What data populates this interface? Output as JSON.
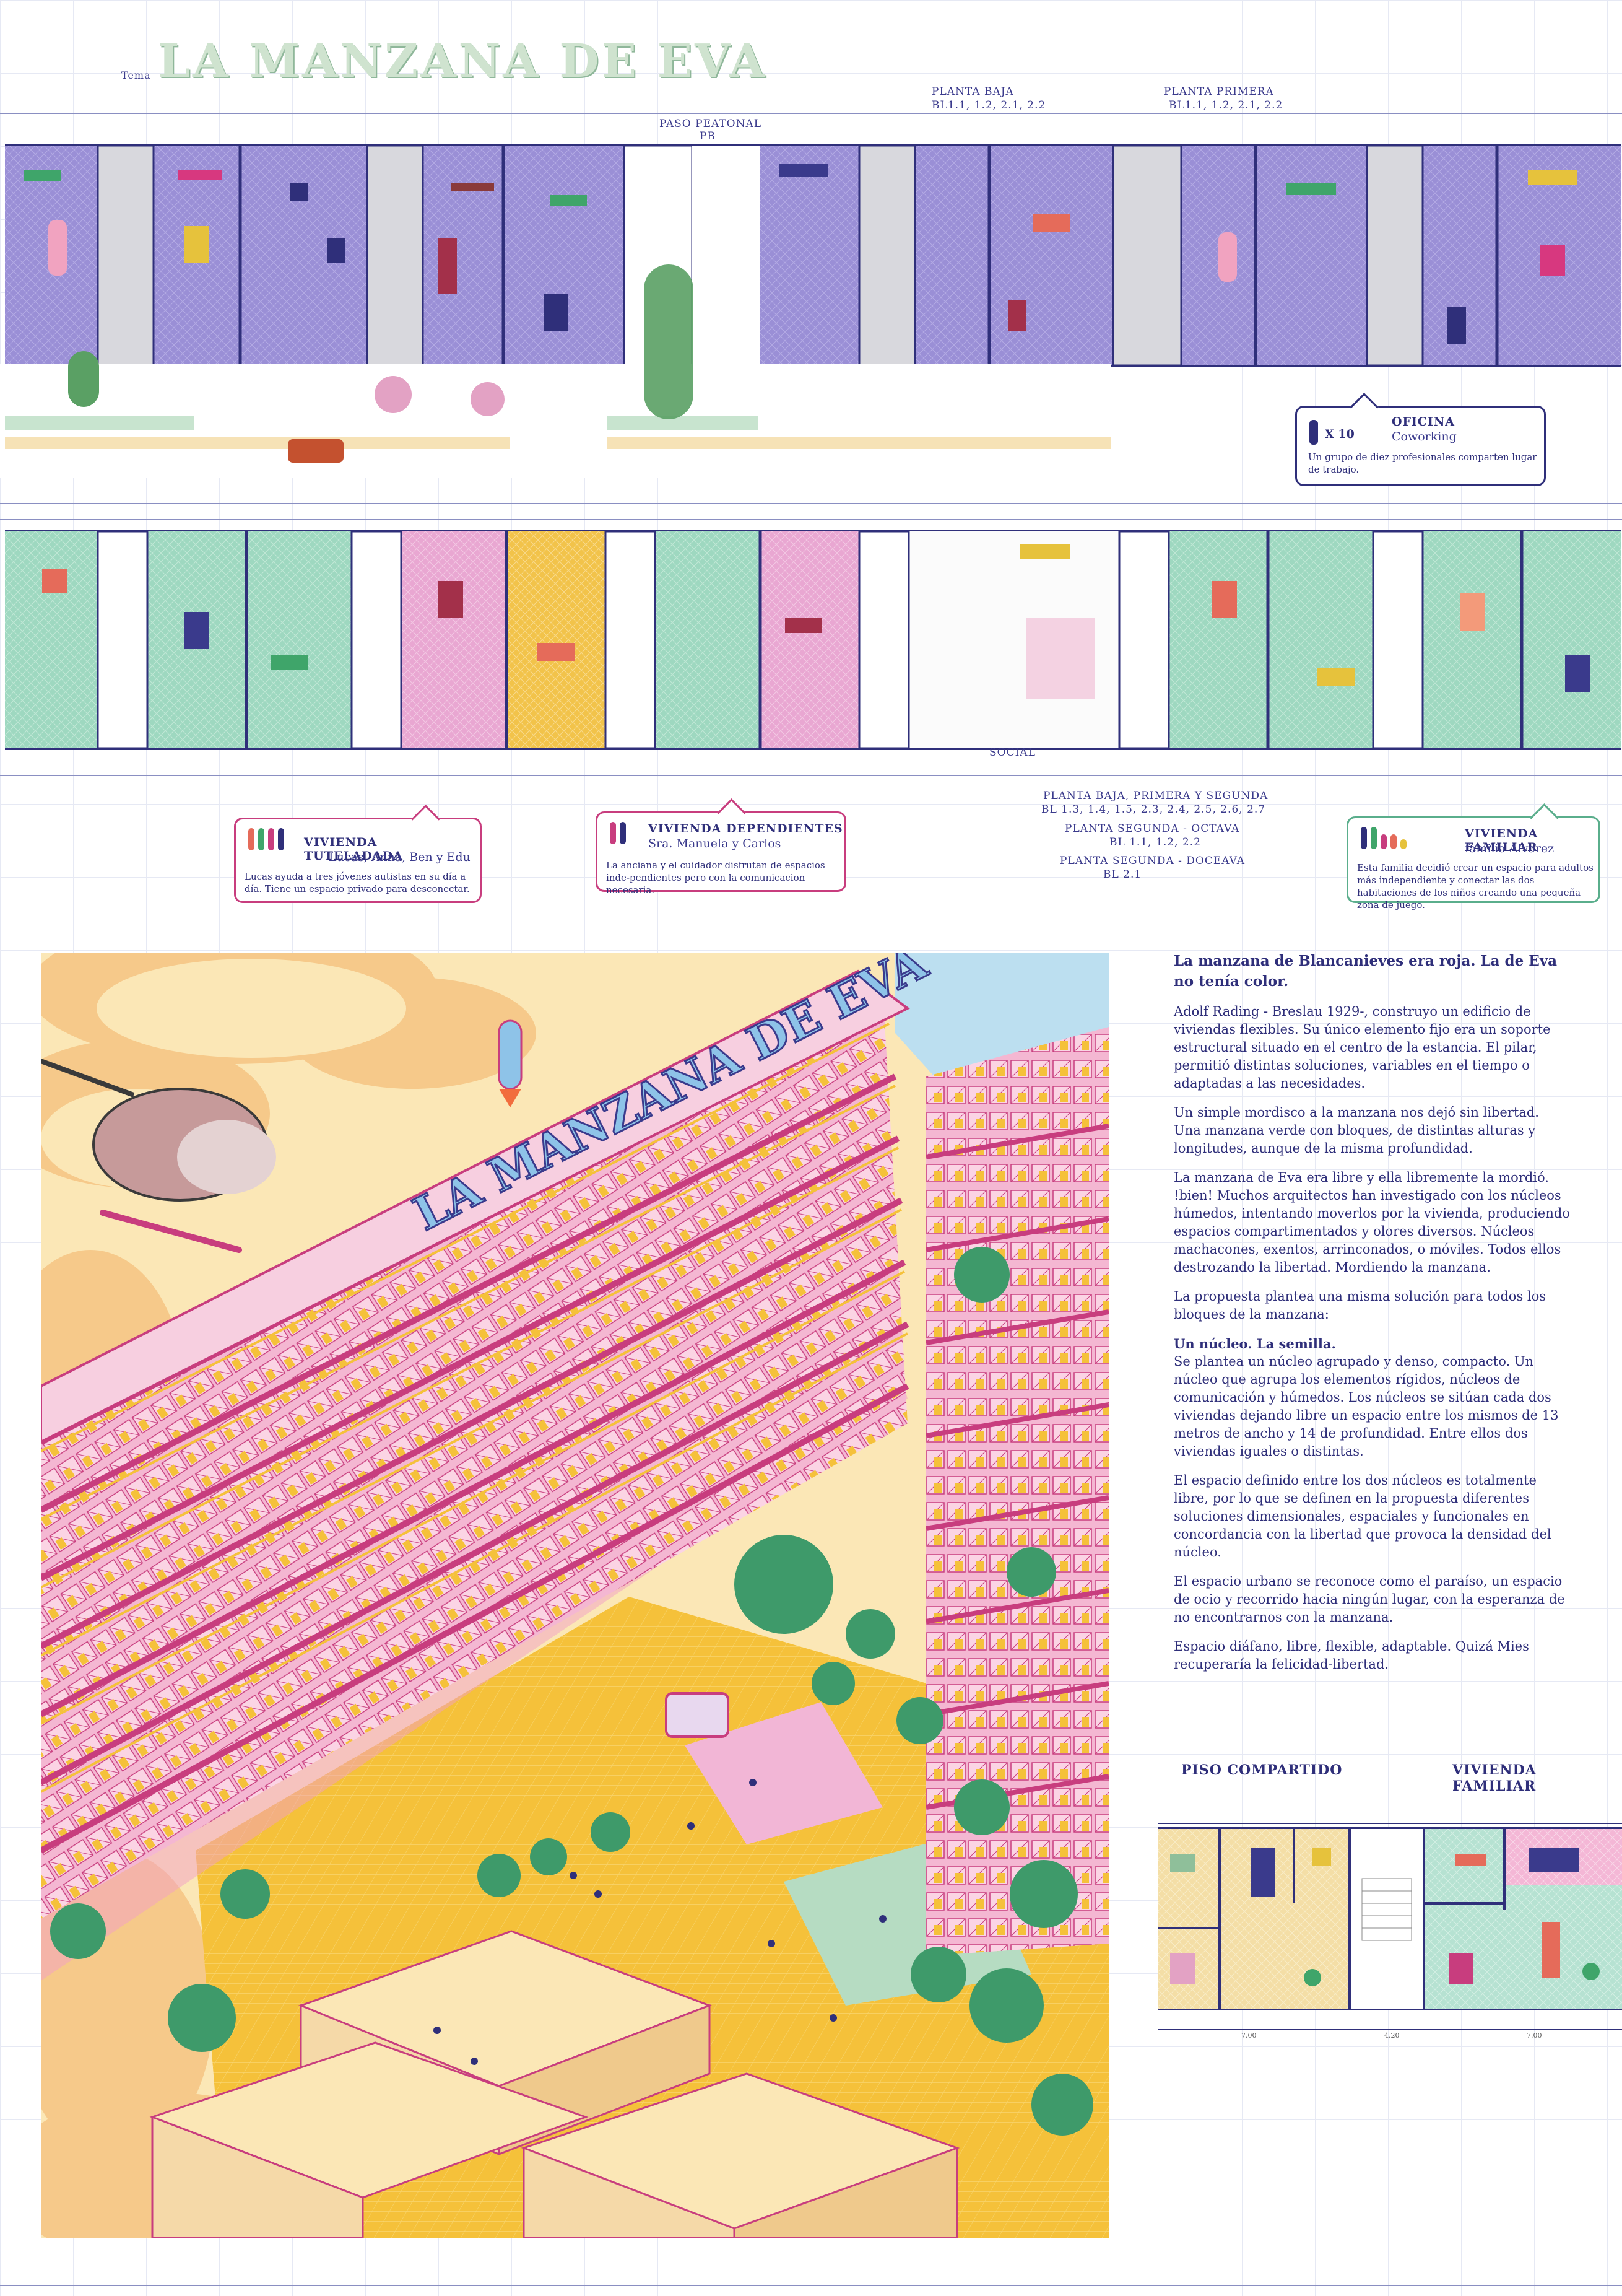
{
  "header": {
    "tema_label": "Tema",
    "title": "LA MANZANA DE EVA",
    "planta_baja": "PLANTA BAJA",
    "planta_baja_sub": "BL1.1, 1.2, 2.1, 2.2",
    "planta_primera": "PLANTA PRIMERA",
    "planta_primera_sub": "BL1.1, 1.2, 2.1, 2.2",
    "paso_peatonal": "PASO PEATONAL",
    "paso_peatonal_sub": "PB"
  },
  "oficina": {
    "count": "X 10",
    "title": "OFICINA",
    "subtitle": "Coworking",
    "desc": "Un grupo de diez profesionales comparten lugar de trabajo."
  },
  "social_label": "SOCIAL",
  "plantas_info": {
    "l1": "PLANTA BAJA, PRIMERA Y SEGUNDA",
    "l1_sub": "BL 1.3, 1.4, 1.5, 2.3, 2.4, 2.5, 2.6, 2.7",
    "l2": "PLANTA SEGUNDA - OCTAVA",
    "l2_sub": "BL 1.1, 1.2, 2.2",
    "l3": "PLANTA SEGUNDA - DOCEAVA",
    "l3_sub": "BL 2.1"
  },
  "tutelada": {
    "title": "VIVIENDA TUTELADADA",
    "subtitle": "Lucas, Anna, Ben y Edu",
    "desc": "Lucas ayuda a tres jóvenes autistas en su día a día. Tiene un espacio privado para desconectar."
  },
  "dependientes": {
    "title": "VIVIENDA DEPENDIENTES",
    "subtitle": "Sra. Manuela y Carlos",
    "desc": "La anciana y el cuidador disfrutan de espacios inde-pendientes pero con la comunicacion necesaria."
  },
  "familiar": {
    "title": "VIVIENDA FAMILIAR",
    "subtitle": "familia Alvarez",
    "desc": "Esta familia decidió crear un espacio para adultos más independiente y conectar las dos habitaciones de los niños creando una pequeña zona de juego."
  },
  "axo_sign": "LA MANZANA DE EVA",
  "text": {
    "lead": "La manzana de Blancanieves era roja. La de Eva no tenía color.",
    "p1": "Adolf Rading - Breslau 1929-, construyo un edificio de viviendas flexibles. Su único elemento fijo era un soporte estructural situado en el centro de la estancia. El pilar, permitió distintas soluciones, variables en el tiempo o adaptadas a las necesidades.",
    "p2": "Un simple mordisco a la manzana nos dejó sin libertad. Una manzana verde con bloques, de distintas alturas y longitudes, aunque de la misma profundidad.",
    "p3": "La manzana de Eva era libre y ella libremente la mordió. !bien! Muchos arquitectos han investigado con los núcleos húmedos, intentando moverlos por la vivienda, produciendo espacios compartimentados y olores diversos. Núcleos machacones, exentos, arrinconados, o móviles. Todos ellos destrozando la libertad. Mordiendo la manzana.",
    "p4": "La propuesta plantea una misma solución para todos los bloques de la manzana:",
    "p5_head": "Un núcleo. La semilla.",
    "p5": "Se plantea un núcleo agrupado y denso, compacto. Un núcleo que agrupa los elementos rígidos, núcleos de comunicación y húmedos. Los núcleos se sitúan cada dos viviendas dejando libre un espacio entre los mismos de 13 metros de ancho y 14 de profundidad. Entre ellos dos viviendas iguales o distintas.",
    "p6": "El espacio definido entre los dos núcleos es totalmente libre, por lo que se definen en la propuesta diferentes soluciones dimensionales, espaciales y funcionales en concordancia con la libertad que provoca la densidad del núcleo.",
    "p7": "El espacio urbano se reconoce como el paraíso, un espacio de ocio y recorrido hacia ningún lugar, con la esperanza de no encontrarnos con la manzana.",
    "p8": "Espacio diáfano, libre, flexible, adaptable. Quizá Mies recuperaría la felicidad-libertad."
  },
  "bottom_plan": {
    "left_label": "PISO COMPARTIDO",
    "right_label": "VIVIENDA FAMILIAR",
    "dims": [
      "7.00",
      "4.20",
      "7.00"
    ]
  },
  "colors": {
    "navy": "#2f2f7a",
    "lilac": "#9a8fd6",
    "mint": "#9ed8c0",
    "pink": "#e9a7d2",
    "yellow": "#f4c23c",
    "cream": "#fbe7b6"
  }
}
